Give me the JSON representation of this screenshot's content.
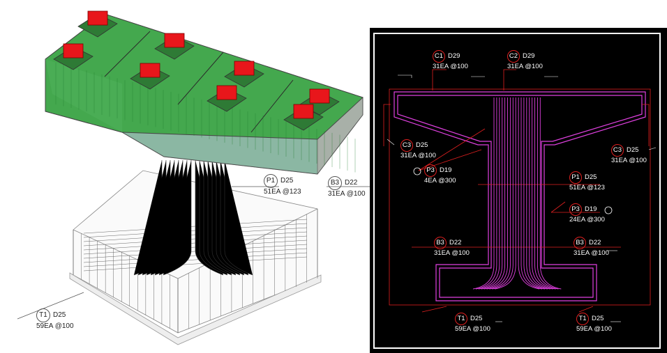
{
  "iso_labels": [
    {
      "tag": "P1",
      "bar": "D25",
      "spec": "51EA @123"
    },
    {
      "tag": "B3",
      "bar": "D22",
      "spec": "31EA @100"
    },
    {
      "tag": "T1",
      "bar": "D25",
      "spec": "59EA @100"
    }
  ],
  "cad_labels": [
    {
      "tag": "C1",
      "bar": "D29",
      "spec": "31EA @100"
    },
    {
      "tag": "C2",
      "bar": "D29",
      "spec": "31EA @100"
    },
    {
      "tag": "C3",
      "bar": "D25",
      "spec": "31EA @100"
    },
    {
      "tag": "C3",
      "bar": "D25",
      "spec": "31EA @100"
    },
    {
      "tag": "P3",
      "bar": "D19",
      "spec": "4EA @300"
    },
    {
      "tag": "P1",
      "bar": "D25",
      "spec": "51EA @123"
    },
    {
      "tag": "P3",
      "bar": "D19",
      "spec": "24EA @300"
    },
    {
      "tag": "B3",
      "bar": "D22",
      "spec": "31EA @100"
    },
    {
      "tag": "B3",
      "bar": "D22",
      "spec": "31EA @100"
    },
    {
      "tag": "T1",
      "bar": "D25",
      "spec": "59EA @100"
    },
    {
      "tag": "T1",
      "bar": "D25",
      "spec": "59EA @100"
    }
  ],
  "colors": {
    "cap_green": "#3fa84a",
    "bearing_red": "#e8161b",
    "cad_background": "#000000",
    "cad_rebar": "#e040e0",
    "cad_leader": "#e02020",
    "cad_frame": "#ffffff"
  }
}
